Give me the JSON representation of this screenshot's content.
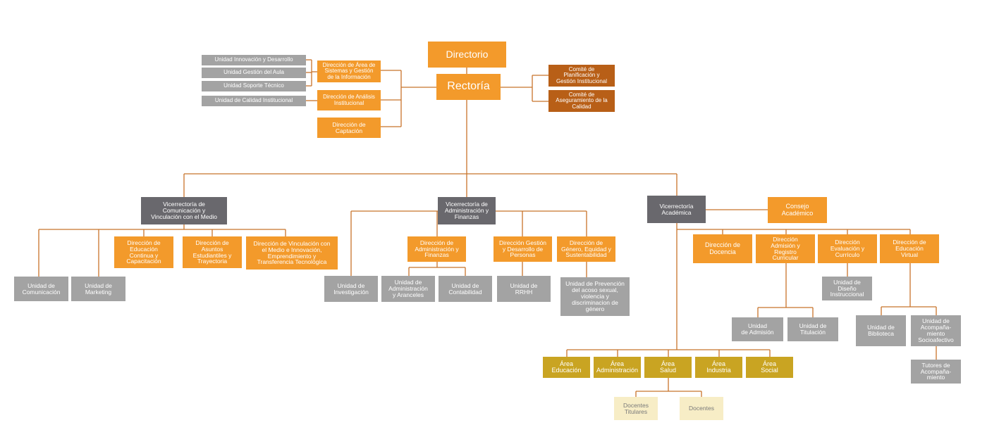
{
  "colors": {
    "line": "#c8742b",
    "orange": "#f39a2b",
    "brown": "#b85f17",
    "dark_gray": "#69686d",
    "gray": "#a3a3a3",
    "olive": "#c9a422",
    "cream": "#f7edc6"
  },
  "nodes": [
    {
      "id": "directorio",
      "text": "Directorio",
      "style": "orange"
    },
    {
      "id": "rectoria",
      "text": "Rectoría",
      "style": "orange"
    },
    {
      "id": "comite-planificacion",
      "text": "Comité de\nPlanificación y\nGestión Institucional",
      "style": "brown"
    },
    {
      "id": "comite-aseguramiento",
      "text": "Comité de\nAseguramiento de la\nCalidad",
      "style": "brown"
    },
    {
      "id": "direccion-sistemas",
      "text": "Dirección de Área de\nSistemas y Gestión\nde la Información",
      "style": "orange"
    },
    {
      "id": "direccion-analisis",
      "text": "Dirección de Análisis\nInstitucional",
      "style": "orange"
    },
    {
      "id": "direccion-captacion",
      "text": "Dirección de\nCaptación",
      "style": "orange"
    },
    {
      "id": "unidad-innovacion",
      "text": "Unidad Innovación y Desarrollo",
      "style": "gray"
    },
    {
      "id": "unidad-gestion-aula",
      "text": "Unidad Gestión del Aula",
      "style": "gray"
    },
    {
      "id": "unidad-soporte",
      "text": "Unidad Soporte Técnico",
      "style": "gray"
    },
    {
      "id": "unidad-calidad",
      "text": "Unidad de Calidad Institucional",
      "style": "gray"
    },
    {
      "id": "vice-comunicacion",
      "text": "Vicerrectoría de\nComunicación y\nVinculación con el Medio",
      "style": "dark"
    },
    {
      "id": "vice-administracion",
      "text": "Vicerrectoría de\nAdministración y\nFinanzas",
      "style": "dark"
    },
    {
      "id": "vice-academica",
      "text": "Vicerrectoría\nAcadémica",
      "style": "dark"
    },
    {
      "id": "consejo-academico",
      "text": "Consejo\nAcadémico",
      "style": "orange"
    },
    {
      "id": "unidad-comunicacion",
      "text": "Unidad de\nComunicación",
      "style": "gray"
    },
    {
      "id": "unidad-marketing",
      "text": "Unidad de\nMarketing",
      "style": "gray"
    },
    {
      "id": "direccion-educacion-continua",
      "text": "Dirección de\nEducación\nContinua y\nCapacitación",
      "style": "orange"
    },
    {
      "id": "direccion-asuntos-estudiantiles",
      "text": "Dirección de\nAsuntos\nEstudiantiles y\nTrayectoria",
      "style": "orange"
    },
    {
      "id": "direccion-vinculacion",
      "text": "Dirección de Vinculación con\nel Medio e Innovación,\nEmprendimiento y\nTransferencia Tecnológica",
      "style": "orange"
    },
    {
      "id": "unidad-investigacion",
      "text": "Unidad de\nInvestigación",
      "style": "gray"
    },
    {
      "id": "direccion-admin-finanzas",
      "text": "Dirección de\nAdministración y\nFinanzas",
      "style": "orange"
    },
    {
      "id": "unidad-admin-aranceles",
      "text": "Unidad de\nAdministración\ny Aranceles",
      "style": "gray"
    },
    {
      "id": "unidad-contabilidad",
      "text": "Unidad de\nContabilidad",
      "style": "gray"
    },
    {
      "id": "direccion-gestion-personas",
      "text": "Dirección Gestión\ny Desarrollo de\nPersonas",
      "style": "orange"
    },
    {
      "id": "unidad-rrhh",
      "text": "Unidad de\nRRHH",
      "style": "gray"
    },
    {
      "id": "direccion-genero",
      "text": "Dirección de\nGénero, Equidad y\nSustentabilidad",
      "style": "orange"
    },
    {
      "id": "unidad-prevencion",
      "text": "Unidad de Prevención\ndel acoso sexual,\nviolencia y\ndiscriminacion de\ngénero",
      "style": "gray"
    },
    {
      "id": "direccion-docencia",
      "text": "Dirección de\nDocencia",
      "style": "orange"
    },
    {
      "id": "direccion-admision",
      "text": "Dirección\nAdmisión y\nRegistro\nCurricular",
      "style": "orange"
    },
    {
      "id": "direccion-evaluacion",
      "text": "Dirección\nEvaluación y\nCurrículo",
      "style": "orange"
    },
    {
      "id": "direccion-educacion-virtual",
      "text": "Dirección de\nEducación\nVirtual",
      "style": "orange"
    },
    {
      "id": "unidad-diseno",
      "text": "Unidad de\nDiseño\nInstruccional",
      "style": "gray"
    },
    {
      "id": "unidad-admision",
      "text": "Unidad\nde Admisión",
      "style": "gray"
    },
    {
      "id": "unidad-titulacion",
      "text": "Unidad  de\nTitulación",
      "style": "gray"
    },
    {
      "id": "unidad-biblioteca",
      "text": "Unidad de\nBiblioteca",
      "style": "gray"
    },
    {
      "id": "unidad-acompanamiento",
      "text": "Unidad de\nAcompaña-\nmiento\nSocioafectivo",
      "style": "gray"
    },
    {
      "id": "tutores-acompanamiento",
      "text": "Tutores de\nAcompaña-\nmiento",
      "style": "gray"
    },
    {
      "id": "area-educacion",
      "text": "Área\nEducación",
      "style": "olive"
    },
    {
      "id": "area-administracion",
      "text": "Área\nAdministración",
      "style": "olive"
    },
    {
      "id": "area-salud",
      "text": "Área\nSalud",
      "style": "olive"
    },
    {
      "id": "area-industria",
      "text": "Área\nIndustria",
      "style": "olive"
    },
    {
      "id": "area-social",
      "text": "Área\nSocial",
      "style": "olive"
    },
    {
      "id": "docentes-titulares",
      "text": "Docentes\nTitulares",
      "style": "cream"
    },
    {
      "id": "docentes",
      "text": "Docentes",
      "style": "cream"
    }
  ]
}
